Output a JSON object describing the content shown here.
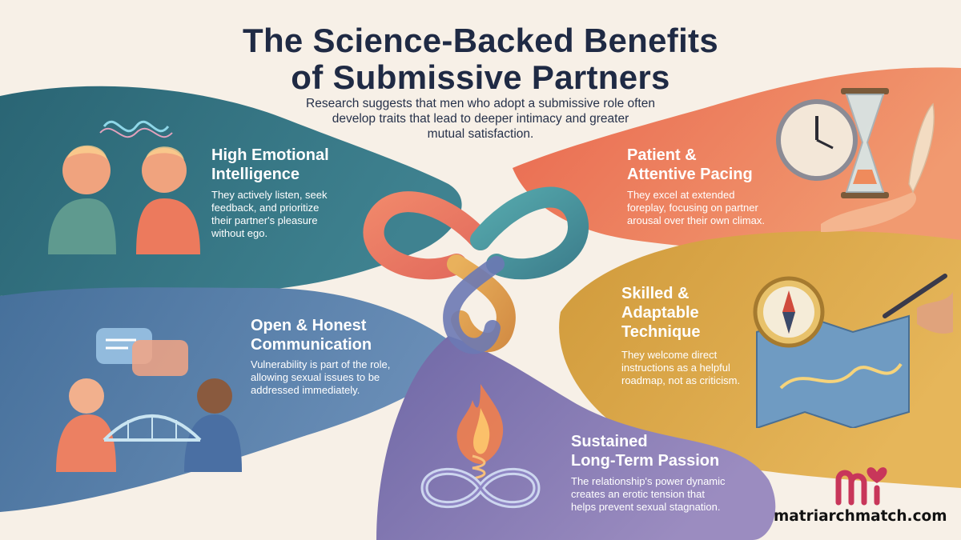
{
  "header": {
    "title_lines": [
      "The Science-Backed Benefits",
      "of Submissive Partners"
    ],
    "subtitle_lines": [
      "Research suggests that men who adopt a submissive role often",
      "develop traits that lead to deeper intimacy and greater",
      "mutual satisfaction."
    ]
  },
  "benefits": [
    {
      "heading_lines": [
        "High Emotional",
        "Intelligence"
      ],
      "body_lines": [
        "They actively listen, seek",
        "feedback, and prioritize",
        "their partner's pleasure",
        "without ego."
      ],
      "icon": "two-people-brain-waves-icon"
    },
    {
      "heading_lines": [
        "Patient &",
        "Attentive Pacing"
      ],
      "body_lines": [
        "They excel at extended",
        "foreplay, focusing on partner",
        "arousal over their own climax."
      ],
      "icon": "clock-hourglass-feather-icon"
    },
    {
      "heading_lines": [
        "Open & Honest",
        "Communication"
      ],
      "body_lines": [
        "Vulnerability is part of the role,",
        "allowing sexual issues to be",
        "addressed immediately."
      ],
      "icon": "speech-bubbles-bridge-icon"
    },
    {
      "heading_lines": [
        "Skilled &",
        "Adaptable",
        "Technique"
      ],
      "body_lines": [
        "They welcome direct",
        "instructions as a helpful",
        "roadmap, not as criticism."
      ],
      "icon": "compass-map-icon"
    },
    {
      "heading_lines": [
        "Sustained",
        "Long-Term Passion"
      ],
      "body_lines": [
        "The relationship's power dynamic",
        "creates an erotic tension that",
        "helps prevent sexual stagnation."
      ],
      "icon": "flame-infinity-icon"
    }
  ],
  "brand": {
    "website": "matriarchmatch.com",
    "logo_icon": "matriarchmatch-logo-icon",
    "logo_color": "#c8365a"
  },
  "colors": {
    "teal": "#2d6a7a",
    "coral": "#ea7a5c",
    "mustard": "#d9a546",
    "slate_blue": "#4f78a3",
    "lavender": "#7f72ab",
    "title": "#1f2a44"
  }
}
